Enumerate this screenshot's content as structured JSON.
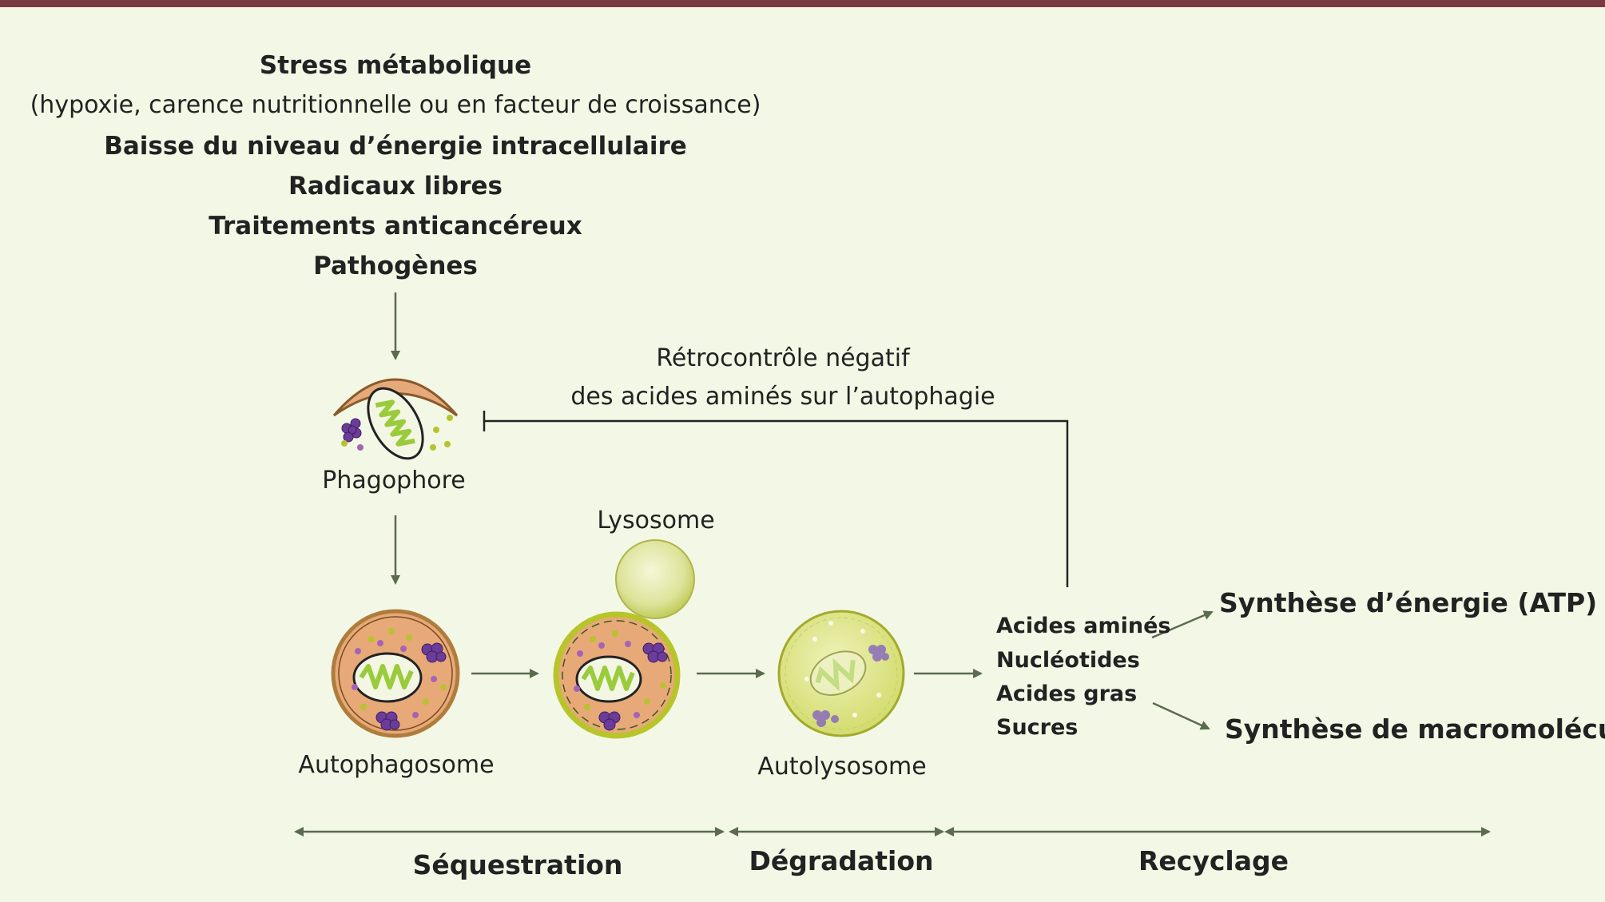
{
  "causes": {
    "stress": "Stress métabolique",
    "stress_detail": "(hypoxie, carence nutritionnelle ou en facteur de croissance)",
    "energie": "Baisse du niveau d’énergie intracellulaire",
    "radicaux": "Radicaux libres",
    "traitements": "Traitements anticancéreux",
    "pathogenes": "Pathogènes"
  },
  "feedback": {
    "line1": "Rétrocontrôle négatif",
    "line2": "des acides aminés sur l’autophagie"
  },
  "stages": {
    "phagophore": "Phagophore",
    "lysosome": "Lysosome",
    "autophagosome": "Autophagosome",
    "autolysosome": "Autolysosome"
  },
  "products": [
    "Acides aminés",
    "Nucléotides",
    "Acides gras",
    "Sucres"
  ],
  "outcomes": {
    "energy": "Synthèse d’énergie (ATP)",
    "macro": "Synthèse de macromolécules"
  },
  "phases": {
    "sequestration": "Séquestration",
    "degradation": "Dégradation",
    "recycling": "Recyclage"
  },
  "colors": {
    "background": "#f3f8e6",
    "topbar": "#7a3a42",
    "arrow": "#5b6b4e",
    "autophagosome": "#e6a97a",
    "lysosome": "#dfe39a",
    "mitochondria": "#9acb3c"
  }
}
